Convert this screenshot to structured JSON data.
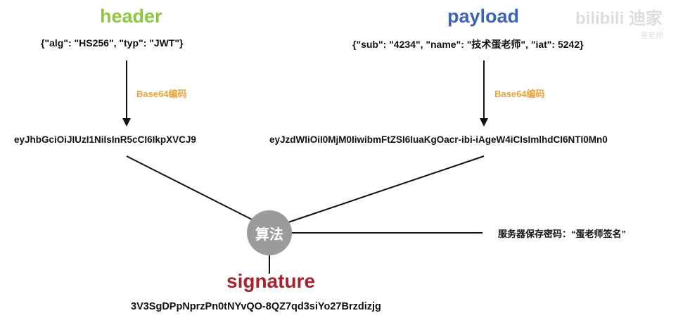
{
  "header": {
    "title": "header",
    "json": "{\"alg\": \"HS256\", \"typ\": \"JWT\"}",
    "encode_label": "Base64编码",
    "encoded": "eyJhbGciOiJIUzI1NiIsInR5cCI6IkpXVCJ9"
  },
  "payload": {
    "title": "payload",
    "json": "{\"sub\": \"4234\", \"name\": \"技术蛋老师\", \"iat\": 5242}",
    "encode_label": "Base64编码",
    "encoded": "eyJzdWIiOiI0MjM0IiwibmFtZSI6IuaKgOacr-ibi-iAgeW4iCIsImlhdCI6NTI0Mn0"
  },
  "algorithm": {
    "label": "算法"
  },
  "server_key": {
    "text": "服务器保存密码：“蛋老师签名”"
  },
  "signature": {
    "title": "signature",
    "value": "3V3SgDPpNprzPn0tNYvQO-8QZ7qd3siYo27Brzdizjg"
  },
  "watermark": {
    "text": "bilibili 迪家",
    "sub": "蛋老师"
  },
  "colors": {
    "header": "#8dc63f",
    "payload": "#3d63b4",
    "signature": "#a8222d",
    "encode": "#e8a23a",
    "algorithm_circle": "#9b9b9b"
  }
}
